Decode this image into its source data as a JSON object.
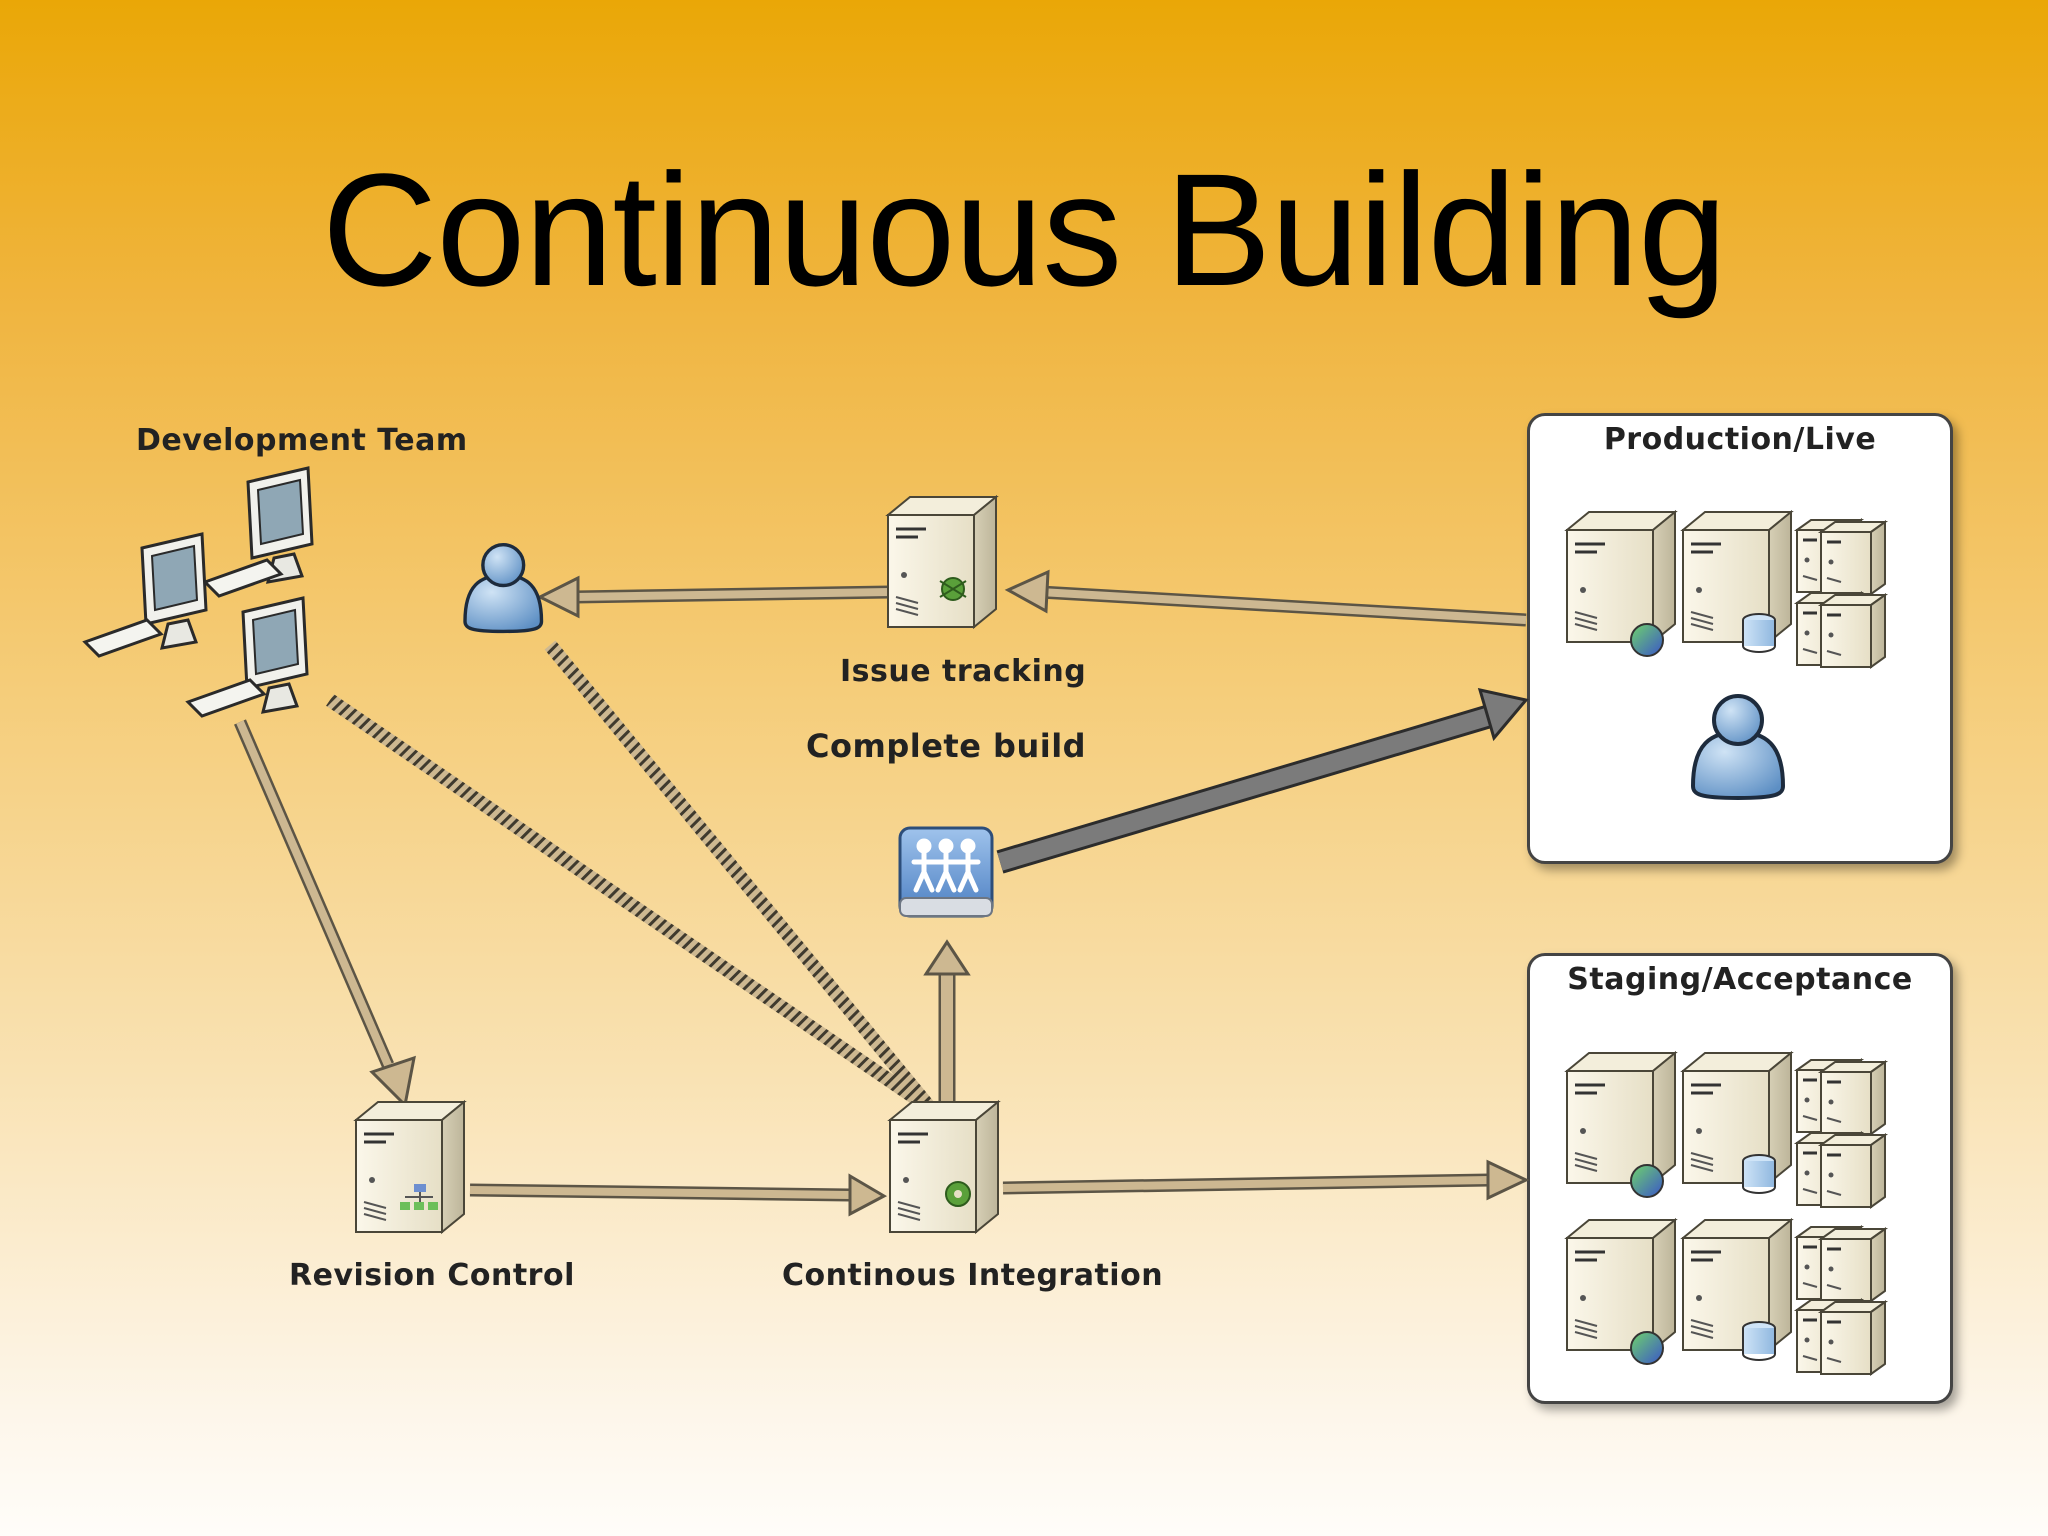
{
  "title": "Continuous Building",
  "nodes": {
    "dev_team": "Development Team",
    "issue_tracking": "Issue tracking",
    "complete_build": "Complete build",
    "revision_control": "Revision Control",
    "continuous_integration": "Continous Integration",
    "production": "Production/Live",
    "staging": "Staging/Acceptance"
  },
  "icons": {
    "dev_team": "computer-workstations-icon",
    "developer": "person-icon",
    "issue_tracking": "server-bug-icon",
    "complete_build": "build-package-drive-icon",
    "revision_control": "server-hierarchy-icon",
    "continuous_integration": "server-gear-icon",
    "web_server": "web-server-icon",
    "db_server": "database-server-icon",
    "server_rack": "server-rack-icon",
    "end_user": "person-icon"
  },
  "colors": {
    "background_top": "#eaa707",
    "background_bottom": "#fffdf9",
    "flow_arrow": "#c9b48f",
    "deploy_arrow": "#6f6f6f",
    "person": "#7aaad8"
  }
}
